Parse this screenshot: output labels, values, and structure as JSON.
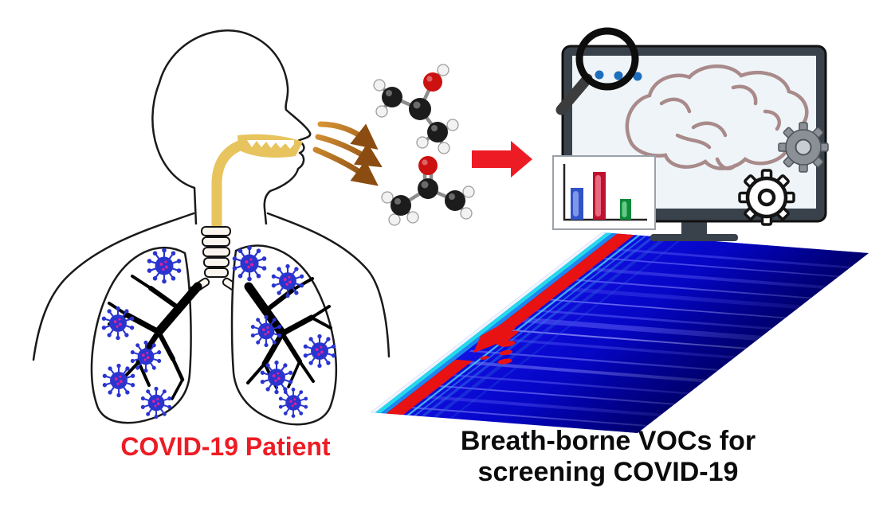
{
  "page": {
    "background": "#ffffff"
  },
  "labels": {
    "patient": "COVID-19 Patient",
    "caption_line1": "Breath-borne VOCs for",
    "caption_line2": "screening COVID-19"
  },
  "colors": {
    "patient_label": "#ed1c24",
    "caption_text": "#0b0b0b",
    "figure_outline": "#1a1a1a",
    "airway": "#e8c45f",
    "virus": "#2a35cf",
    "virus_core_dots": "#e020a0",
    "breath_arrow_dark": "#8a4c10",
    "transfer_arrow": "#ed1c24",
    "molecule_carbon": "#1c1c1c",
    "molecule_hydrogen": "#f2f2f2",
    "molecule_oxygen": "#cc1111",
    "monitor_frame": "#39424b",
    "screen": "#eef4f7",
    "brain": "#a98a8a",
    "data_dots": "#1d6fbe",
    "magnifier": "#0d0d0d",
    "gear_filled": "#8a9096",
    "gear_outline": "#141414",
    "bar_blue": "#3052c8",
    "bar_red": "#c01030",
    "bar_green": "#0f8a38",
    "heatmap_base": "#0808cf",
    "heatmap_stripe": "#e81212",
    "heatmap_cyan": "#25d9ec"
  },
  "icons": {
    "monitor": "monitor-icon",
    "brain": "brain-icon",
    "magnifier": "magnifier-icon",
    "gear_filled": "gear-filled-icon",
    "gear_outline": "gear-outline-icon",
    "bar_chart": "bar-chart-icon",
    "virus": "virus-particle-icon",
    "lungs": "lungs-icon",
    "molecule_top": "molecule-2-propanol-icon",
    "molecule_bottom": "molecule-acetone-icon",
    "breath_arrows": "breath-flow-icon",
    "transfer_arrow": "right-arrow-icon",
    "heatmap": "voc-heatmap-icon"
  }
}
